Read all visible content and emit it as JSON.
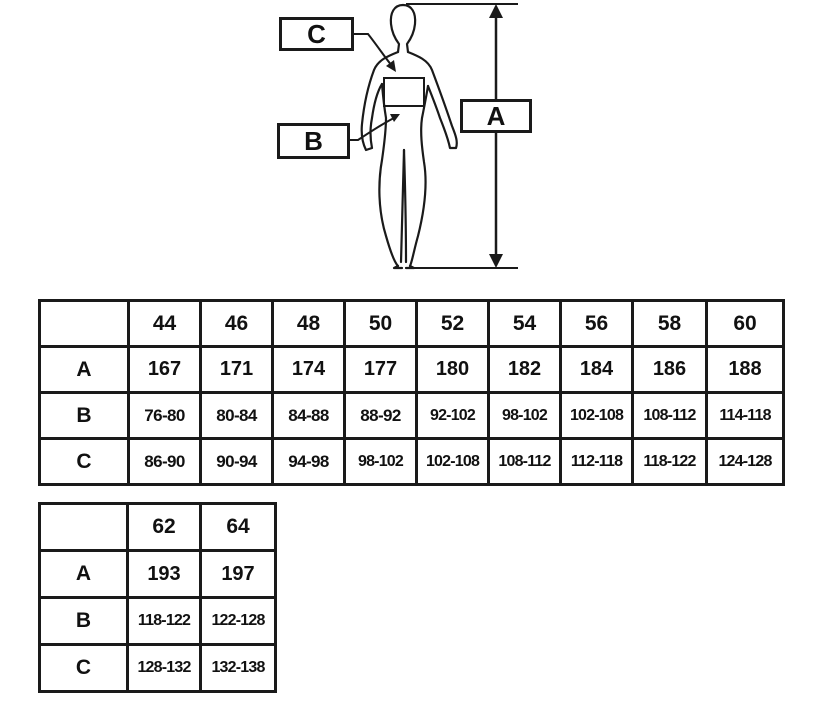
{
  "diagram": {
    "labels": {
      "height": "A",
      "waist": "B",
      "chest": "C"
    }
  },
  "table1": {
    "sizes": [
      "44",
      "46",
      "48",
      "50",
      "52",
      "54",
      "56",
      "58",
      "60"
    ],
    "rows": [
      {
        "label": "A",
        "values": [
          "167",
          "171",
          "174",
          "177",
          "180",
          "182",
          "184",
          "186",
          "188"
        ]
      },
      {
        "label": "B",
        "values": [
          "76-80",
          "80-84",
          "84-88",
          "88-92",
          "92-102",
          "98-102",
          "102-108",
          "108-112",
          "114-118"
        ]
      },
      {
        "label": "C",
        "values": [
          "86-90",
          "90-94",
          "94-98",
          "98-102",
          "102-108",
          "108-112",
          "112-118",
          "118-122",
          "124-128"
        ]
      }
    ]
  },
  "table2": {
    "sizes": [
      "62",
      "64"
    ],
    "rows": [
      {
        "label": "A",
        "values": [
          "193",
          "197"
        ]
      },
      {
        "label": "B",
        "values": [
          "118-122",
          "122-128"
        ]
      },
      {
        "label": "C",
        "values": [
          "128-132",
          "132-138"
        ]
      }
    ]
  }
}
